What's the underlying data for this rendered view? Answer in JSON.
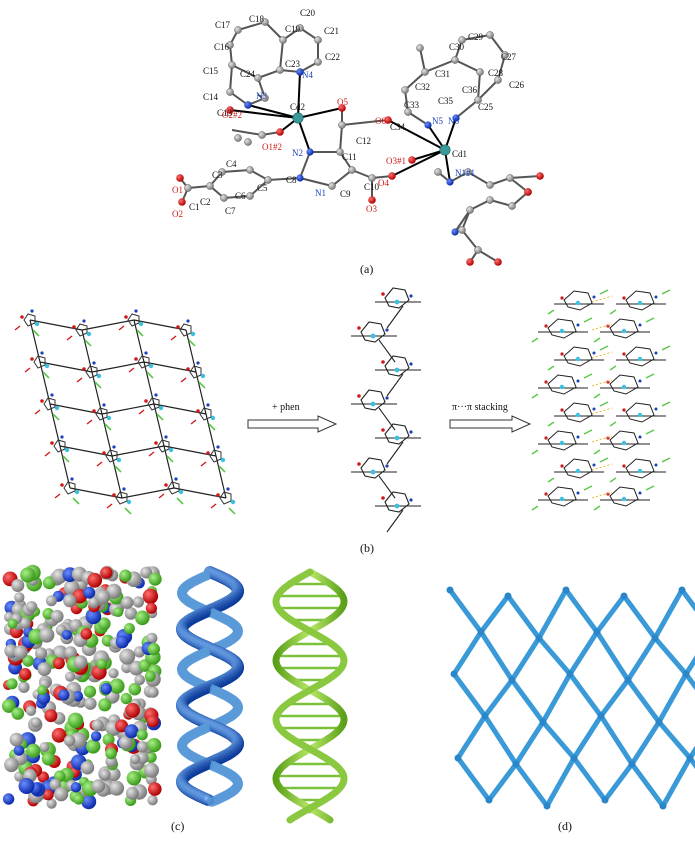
{
  "panel_a": {
    "caption": "(a)",
    "metal_labels": [
      "Cd1",
      "Cd2"
    ],
    "n_labels": [
      "N1",
      "N2",
      "N3",
      "N4",
      "N5",
      "N6",
      "N1#1"
    ],
    "o_labels": [
      "O1",
      "O2",
      "O3",
      "O4",
      "O5",
      "O6",
      "O1#2",
      "O2#2",
      "O3#1"
    ],
    "c_labels": [
      "C1",
      "C2",
      "C3",
      "C4",
      "C5",
      "C6",
      "C7",
      "C8",
      "C9",
      "C10",
      "C11",
      "C12",
      "C13",
      "C14",
      "C15",
      "C16",
      "C17",
      "C18",
      "C19",
      "C20",
      "C21",
      "C22",
      "C23",
      "C24",
      "C25",
      "C26",
      "C27",
      "C28",
      "C29",
      "C30",
      "C31",
      "C32",
      "C33",
      "C34",
      "C35",
      "C36"
    ]
  },
  "panel_b": {
    "caption": "(b)",
    "arrow1_label": "+ phen",
    "arrow2_label": "π···π stacking"
  },
  "panel_c": {
    "caption": "(c)"
  },
  "panel_d": {
    "caption": "(d)"
  },
  "colors": {
    "carbon": "#9a9a9a",
    "nitrogen": "#1a3fb8",
    "oxygen": "#d01a1a",
    "cadmium": "#3a9a9a",
    "framework_blue": "#3a9ad8",
    "dna_green": "#7ac23a",
    "halogen_green": "#5cc84a"
  }
}
